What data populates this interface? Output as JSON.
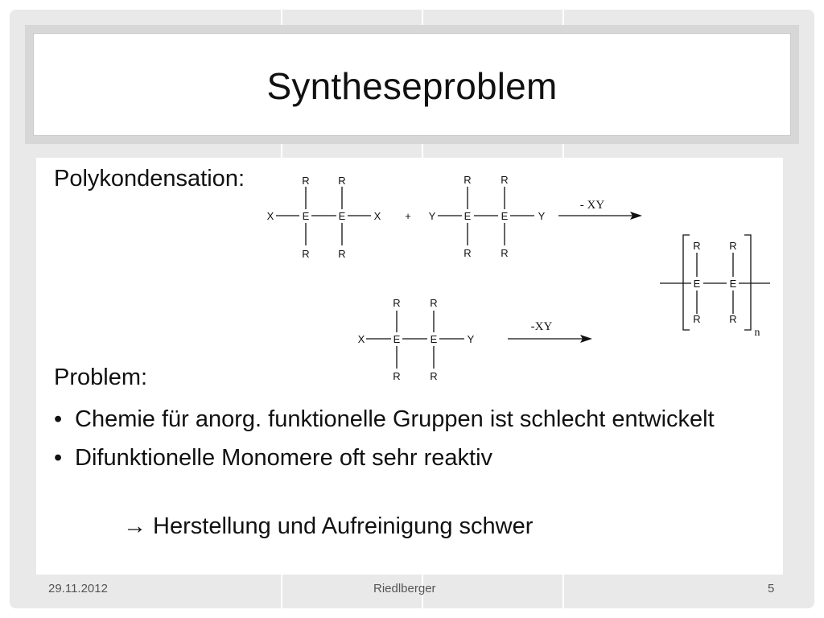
{
  "slide": {
    "title": "Syntheseproblem",
    "section1_label": "Polykondensation:",
    "section2_label": "Problem:",
    "bullets": [
      "Chemie für anorg. funktionelle Gruppen ist schlecht entwickelt",
      "Difunktionelle Monomere oft sehr reaktiv"
    ],
    "bullet_marker": "•",
    "consequence": "→ Herstellung und Aufreinigung schwer"
  },
  "reaction": {
    "substituent": "R",
    "element": "E",
    "leaving_x": "X",
    "leaving_y": "Y",
    "plus": "+",
    "arrow1_label": "- XY",
    "arrow2_label": "-XY",
    "repeat_index": "n"
  },
  "footer": {
    "date": "29.11.2012",
    "author": "Riedlberger",
    "page": "5"
  }
}
